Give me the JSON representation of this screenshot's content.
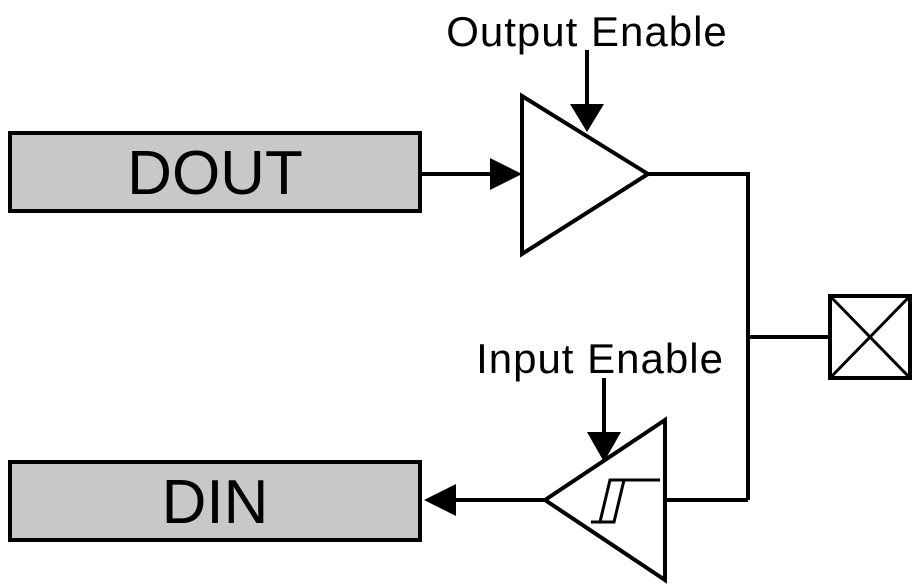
{
  "diagram": {
    "output_enable_label": "Output Enable",
    "input_enable_label": "Input Enable",
    "dout_label": "DOUT",
    "din_label": "DIN"
  },
  "colors": {
    "box_fill": "#c8c8c8",
    "stroke": "#000000",
    "background": "#ffffff"
  },
  "icons": {
    "pad": "pad-cross-icon",
    "hysteresis": "schmitt-hysteresis-icon"
  }
}
